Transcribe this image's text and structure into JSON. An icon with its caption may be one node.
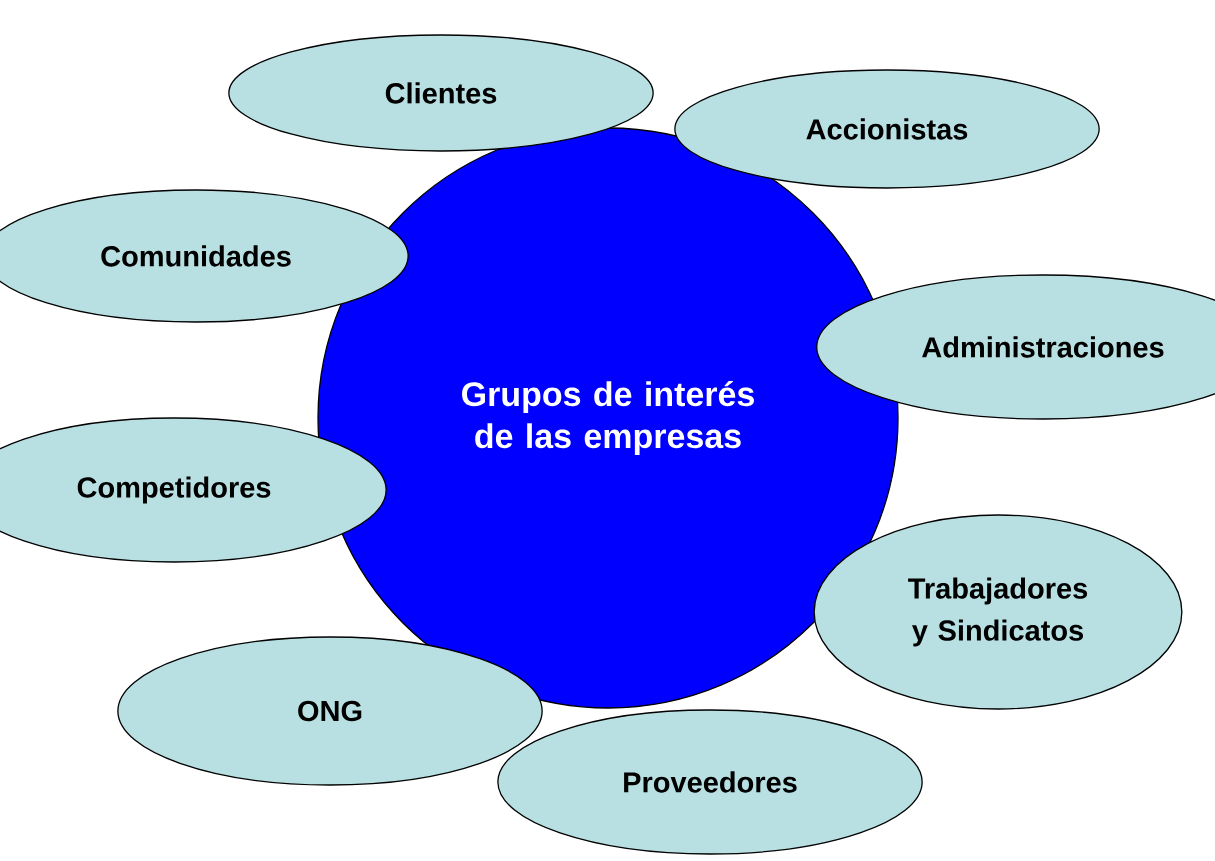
{
  "diagram": {
    "nodes": [
      {
        "text": [
          "Grupos de interés de las empresas"
        ]
      },
      {
        "text": [
          "Clientes"
        ]
      },
      {
        "text": [
          "Accionistas"
        ]
      },
      {
        "text": [
          "Comunidades"
        ]
      },
      {
        "text": [
          "Administraciones"
        ]
      },
      {
        "text": [
          "Competidores"
        ]
      },
      {
        "text": [
          "Trabajadores y Sindicatos"
        ]
      },
      {
        "text": [
          "ONG"
        ]
      },
      {
        "text": [
          "Proveedores"
        ]
      }
    ]
  }
}
